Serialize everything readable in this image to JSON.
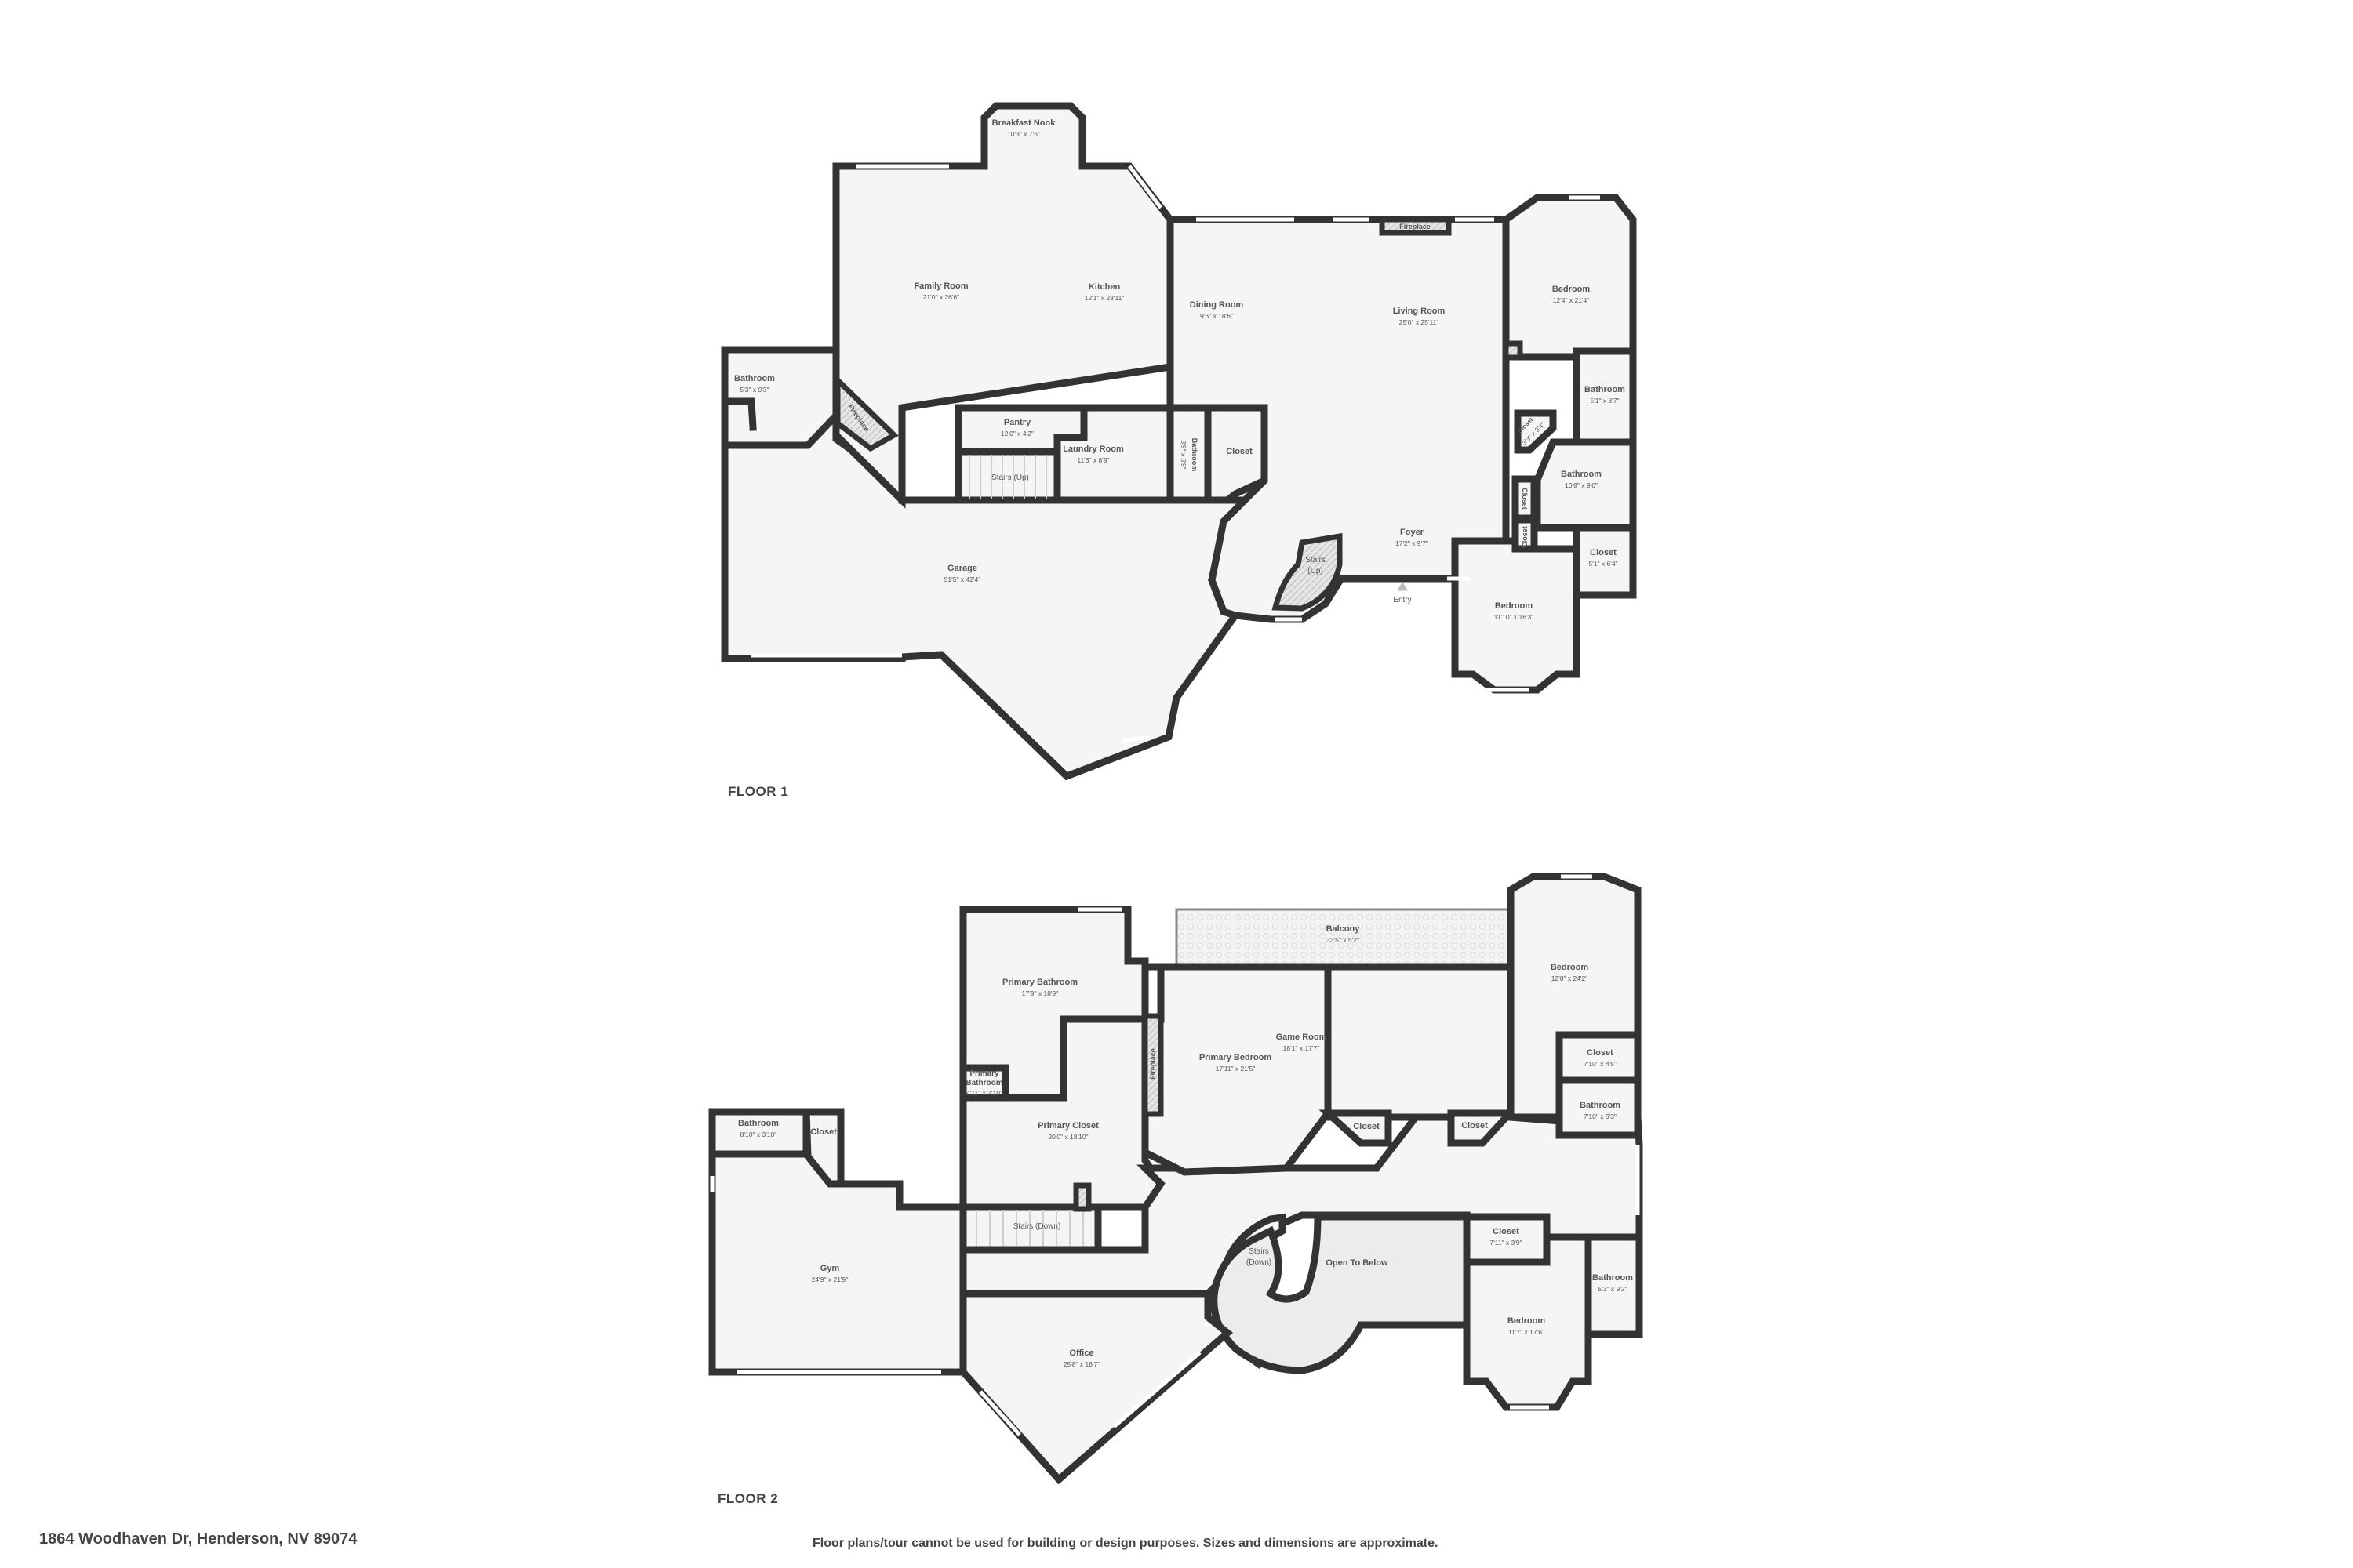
{
  "address": "1864 Woodhaven Dr, Henderson, NV 89074",
  "disclaimer": "Floor plans/tour cannot be used for building or design purposes. Sizes and dimensions are approximate.",
  "colors": {
    "wall": "#333333",
    "floor": "#f5f5f5",
    "text": "#4a4a4a",
    "background": "#ffffff"
  },
  "floor1": {
    "label": "FLOOR 1",
    "entry_label": "Entry",
    "rooms": [
      {
        "name": "Breakfast Nook",
        "dims": "10'3\" x 7'6\""
      },
      {
        "name": "Family Room",
        "dims": "21'0\" x 26'6\""
      },
      {
        "name": "Kitchen",
        "dims": "12'1\" x 23'11\""
      },
      {
        "name": "Dining Room",
        "dims": "9'6\" x 18'6\""
      },
      {
        "name": "Living Room",
        "dims": "25'0\" x 25'11\""
      },
      {
        "name": "Bedroom",
        "dims": "12'4\" x 21'4\""
      },
      {
        "name": "Bathroom",
        "dims": "5'3\" x 9'3\""
      },
      {
        "name": "Fireplace",
        "dims": ""
      },
      {
        "name": "Pantry",
        "dims": "12'0\" x 4'2\""
      },
      {
        "name": "Stairs (Up)",
        "dims": ""
      },
      {
        "name": "Laundry Room",
        "dims": "11'3\" x 8'9\""
      },
      {
        "name": "Bathroom",
        "dims": "3'9\" x 8'9\""
      },
      {
        "name": "Closet",
        "dims": ""
      },
      {
        "name": "Bathroom",
        "dims": "5'1\" x 8'7\""
      },
      {
        "name": "Closet",
        "dims": "3'3\" x 3'4\""
      },
      {
        "name": "Bathroom",
        "dims": "10'9\" x 9'6\""
      },
      {
        "name": "Closet",
        "dims": ""
      },
      {
        "name": "Closet",
        "dims": ""
      },
      {
        "name": "Closet",
        "dims": "5'1\" x 6'4\""
      },
      {
        "name": "Foyer",
        "dims": "17'2\" x 9'7\""
      },
      {
        "name": "Stairs (Up)",
        "dims": ""
      },
      {
        "name": "Garage",
        "dims": "51'5\" x 42'4\""
      },
      {
        "name": "Bedroom",
        "dims": "11'10\" x 16'3\""
      },
      {
        "name": "Fireplace",
        "dims": ""
      }
    ]
  },
  "floor2": {
    "label": "FLOOR 2",
    "rooms": [
      {
        "name": "Primary Bathroom",
        "dims": "17'9\" x 18'9\""
      },
      {
        "name": "Balcony",
        "dims": "33'5\" x 5'2\""
      },
      {
        "name": "Bedroom",
        "dims": "12'8\" x 24'2\""
      },
      {
        "name": "Primary Bedroom",
        "dims": "17'11\" x 21'5\""
      },
      {
        "name": "Game Room",
        "dims": "18'1\" x 17'7\""
      },
      {
        "name": "Fireplace",
        "dims": ""
      },
      {
        "name": "Primary Bathroom",
        "dims": "4'11\" x 2'10\""
      },
      {
        "name": "Primary Closet",
        "dims": "20'0\" x 18'10\""
      },
      {
        "name": "Closet",
        "dims": "7'10\" x 4'5\""
      },
      {
        "name": "Bathroom",
        "dims": "7'10\" x 5'3\""
      },
      {
        "name": "Closet",
        "dims": ""
      },
      {
        "name": "Closet",
        "dims": ""
      },
      {
        "name": "Bathroom",
        "dims": "8'10\" x 3'10\""
      },
      {
        "name": "Closet",
        "dims": ""
      },
      {
        "name": "Stairs (Down)",
        "dims": ""
      },
      {
        "name": "Stairs (Down)",
        "dims": ""
      },
      {
        "name": "Open To Below",
        "dims": ""
      },
      {
        "name": "Closet",
        "dims": "7'11\" x 3'9\""
      },
      {
        "name": "Bathroom",
        "dims": "5'3\" x 9'2\""
      },
      {
        "name": "Gym",
        "dims": "24'9\" x 21'9\""
      },
      {
        "name": "Bedroom",
        "dims": "11'7\" x 17'6\""
      },
      {
        "name": "Office",
        "dims": "25'8\" x 18'7\""
      }
    ]
  }
}
